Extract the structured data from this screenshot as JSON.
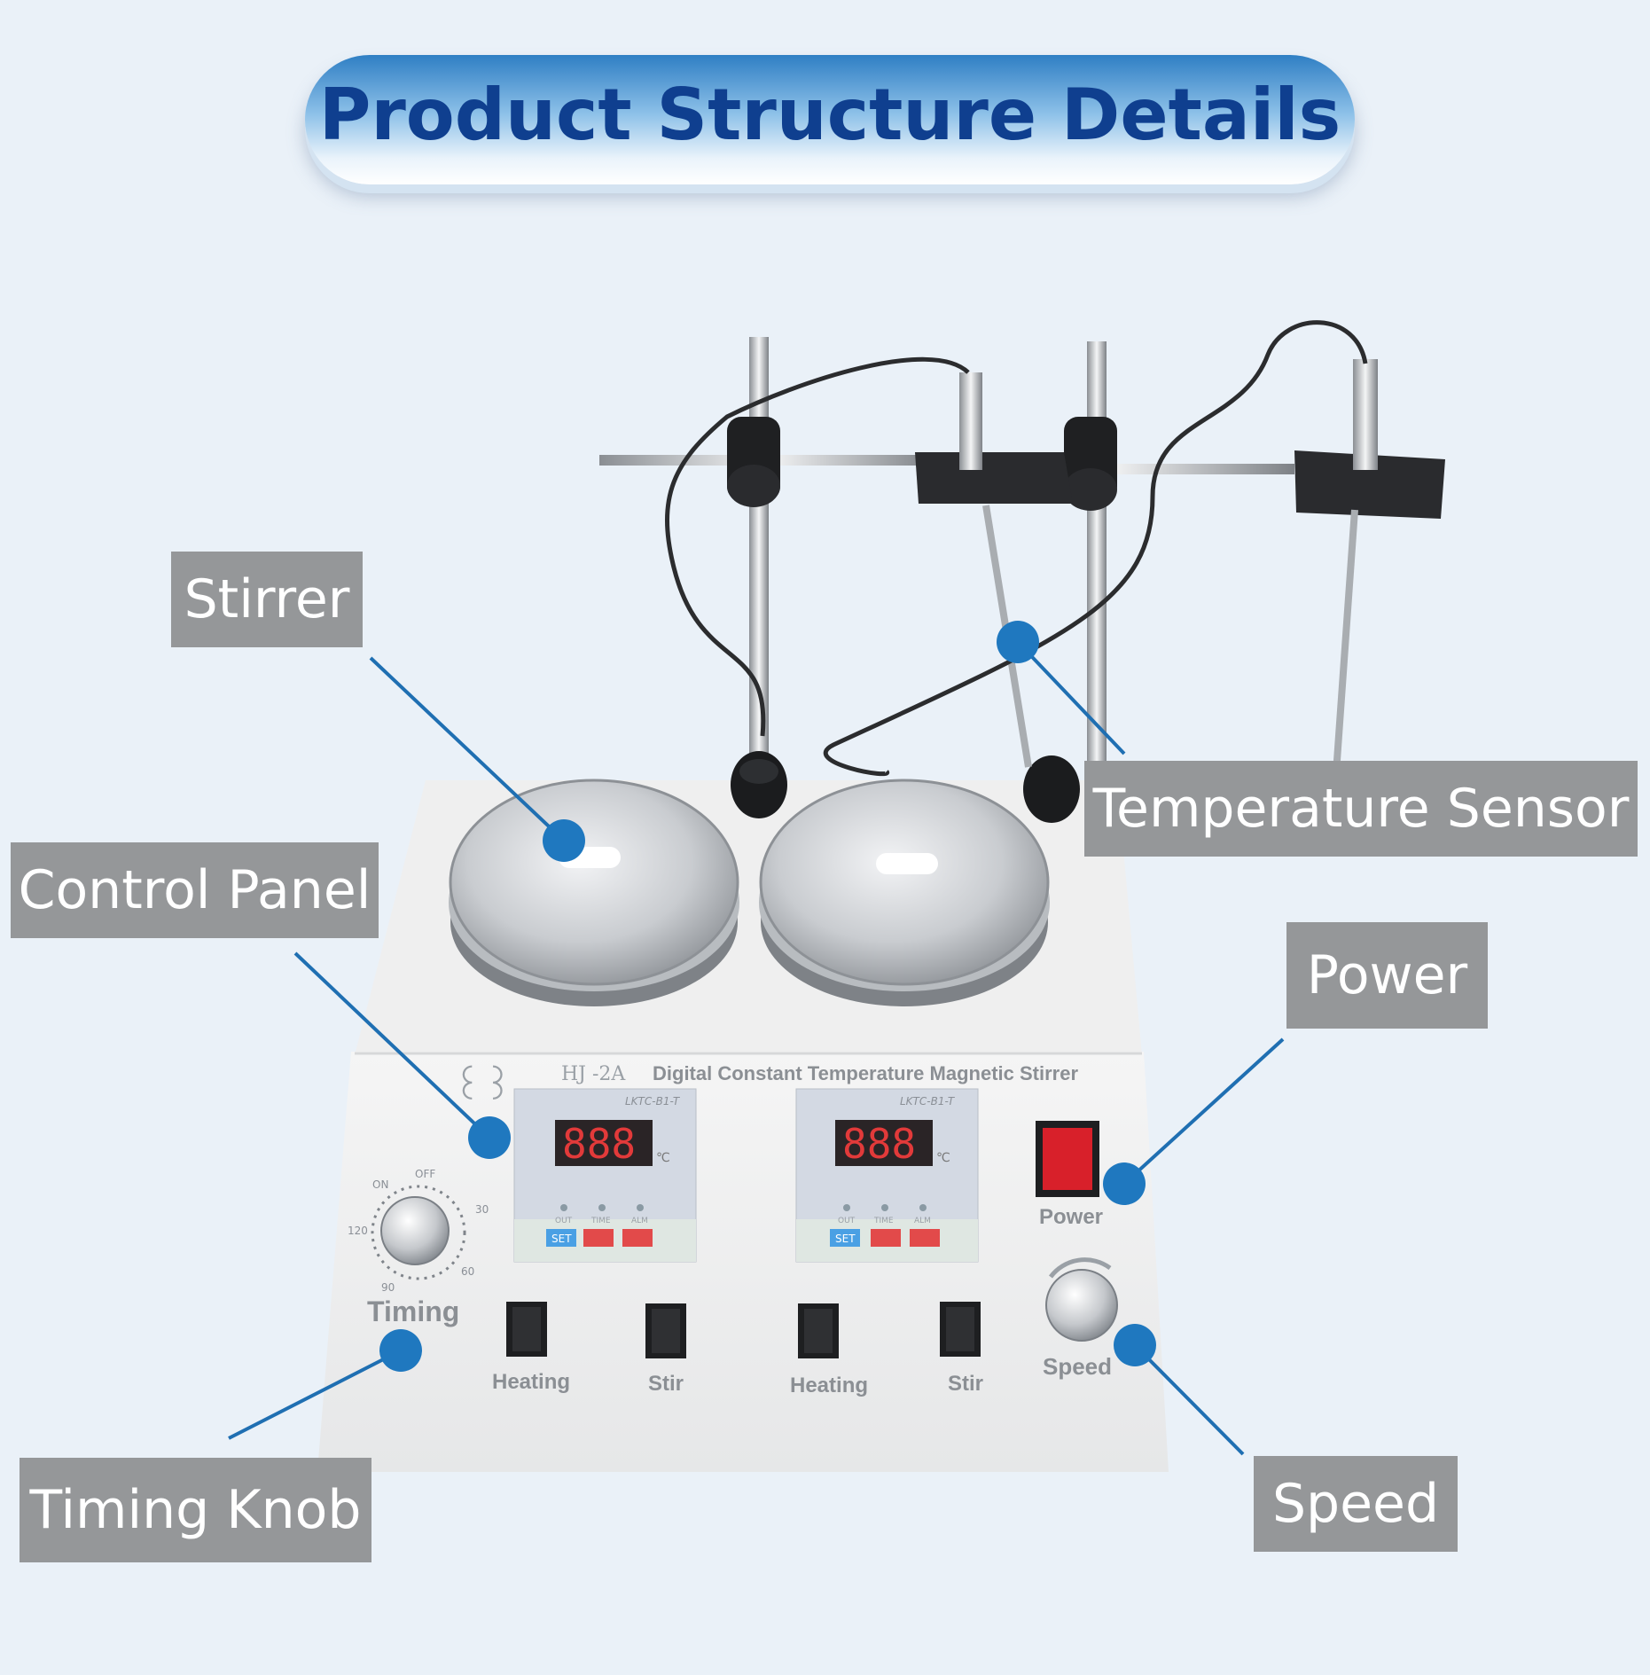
{
  "title": "Product Structure Details",
  "callouts": {
    "stirrer": "Stirrer",
    "control_panel": "Control Panel",
    "temperature_sensor": "Temperature Sensor",
    "power": "Power",
    "timing_knob": "Timing Knob",
    "speed": "Speed"
  },
  "device": {
    "brand_logo": "꒰꒱",
    "model": "HJ -2A",
    "description": "Digital Constant Temperature Magnetic Stirrer",
    "controller_model": "LKTC-B1-T",
    "display_reading": "888",
    "unit": "℃",
    "led_labels": [
      "OUT",
      "TIME",
      "ALM"
    ],
    "button_set": "SET",
    "timing_label": "Timing",
    "timing_scale": {
      "on": "ON",
      "off": "OFF",
      "t30": "30",
      "t60": "60",
      "t90": "90",
      "t120": "120"
    },
    "switch_labels": [
      "Heating",
      "Stir",
      "Heating",
      "Stir"
    ],
    "power_label": "Power",
    "speed_label": "Speed"
  },
  "colors": {
    "background": "#eaf1f8",
    "title_text": "#0f3f8f",
    "callout_bg": "#959799",
    "leader_line": "#1f6fb2",
    "marker_dot": "#1f78bf",
    "display_red": "#e23a3a",
    "power_switch": "#d8202a"
  }
}
